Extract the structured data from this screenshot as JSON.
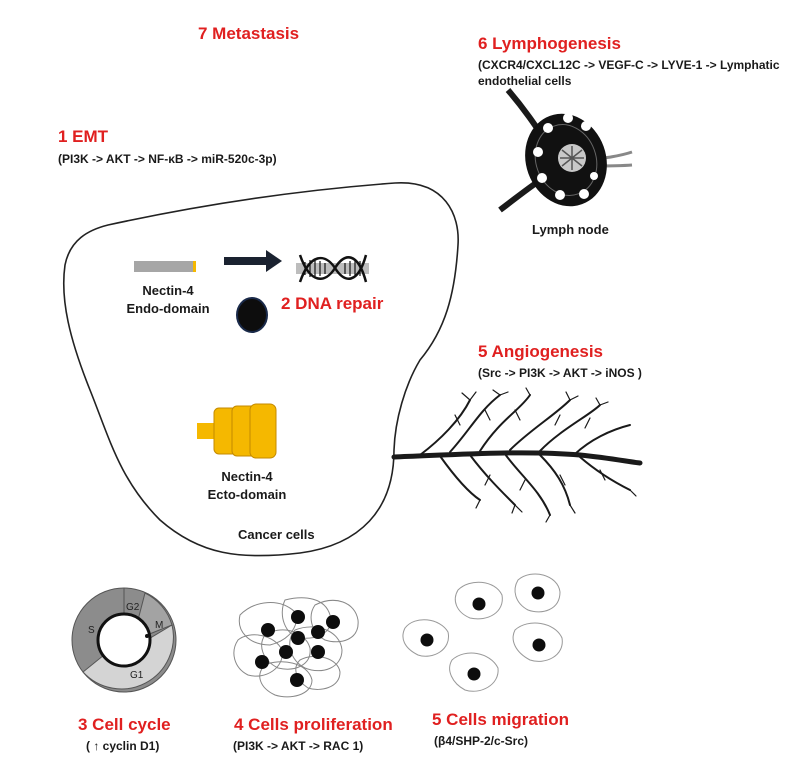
{
  "metastasis": "7 Metastasis",
  "lymphogenesis": {
    "title": "6 Lymphogenesis",
    "pathway_line1": "(CXCR4/CXCL12C -> VEGF-C -> LYVE-1 -> Lymphatic",
    "pathway_line2": "endothelial cells",
    "node_label": "Lymph node"
  },
  "emt": {
    "title": "1 EMT",
    "pathway": "(PI3K -> AKT -> NF-κB -> miR-520c-3p)"
  },
  "cell": {
    "endo_line1": "Nectin-4",
    "endo_line2": "Endo-domain",
    "dna_repair": "2 DNA repair",
    "ecto_line1": "Nectin-4",
    "ecto_line2": "Ecto-domain",
    "cancer_cells": "Cancer cells"
  },
  "angiogenesis": {
    "title": "5 Angiogenesis",
    "pathway": "(Src -> PI3K -> AKT -> iNOS )"
  },
  "cell_cycle": {
    "title": "3 Cell cycle",
    "sub": "( ↑ cyclin D1)",
    "phase_s": "S",
    "phase_g2": "G2",
    "phase_m": "M",
    "phase_g1": "G1"
  },
  "proliferation": {
    "title": "4 Cells proliferation",
    "pathway": "(PI3K -> AKT -> RAC 1)"
  },
  "migration": {
    "title": "5 Cells migration",
    "pathway": "(β4/SHP-2/c-Src)"
  },
  "colors": {
    "accent_red": "#e02020",
    "nectin_yellow": "#f5b800",
    "endo_gray": "#a6a6a6"
  }
}
